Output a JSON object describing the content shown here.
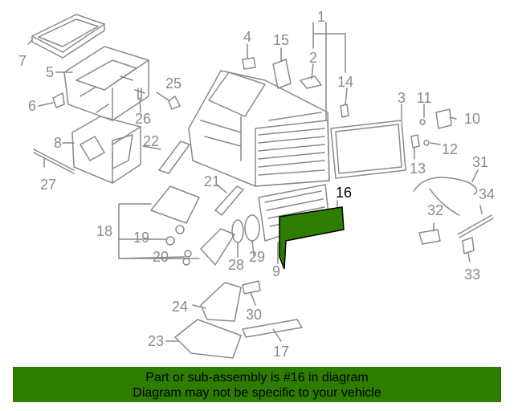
{
  "diagram": {
    "callouts": [
      "1",
      "2",
      "3",
      "4",
      "5",
      "6",
      "7",
      "8",
      "9",
      "10",
      "11",
      "12",
      "13",
      "14",
      "15",
      "16",
      "17",
      "18",
      "19",
      "20",
      "21",
      "22",
      "23",
      "24",
      "25",
      "26",
      "27",
      "28",
      "29",
      "30",
      "31",
      "32",
      "33",
      "34"
    ],
    "highlighted_part": "16",
    "colors": {
      "highlight": "#2e7d00",
      "line": "#8a8a8a",
      "banner": "#2e7d00"
    }
  },
  "banner": {
    "line1": "Part or sub-assembly is #16 in diagram",
    "line2": "Diagram may not be specific to your vehicle"
  }
}
